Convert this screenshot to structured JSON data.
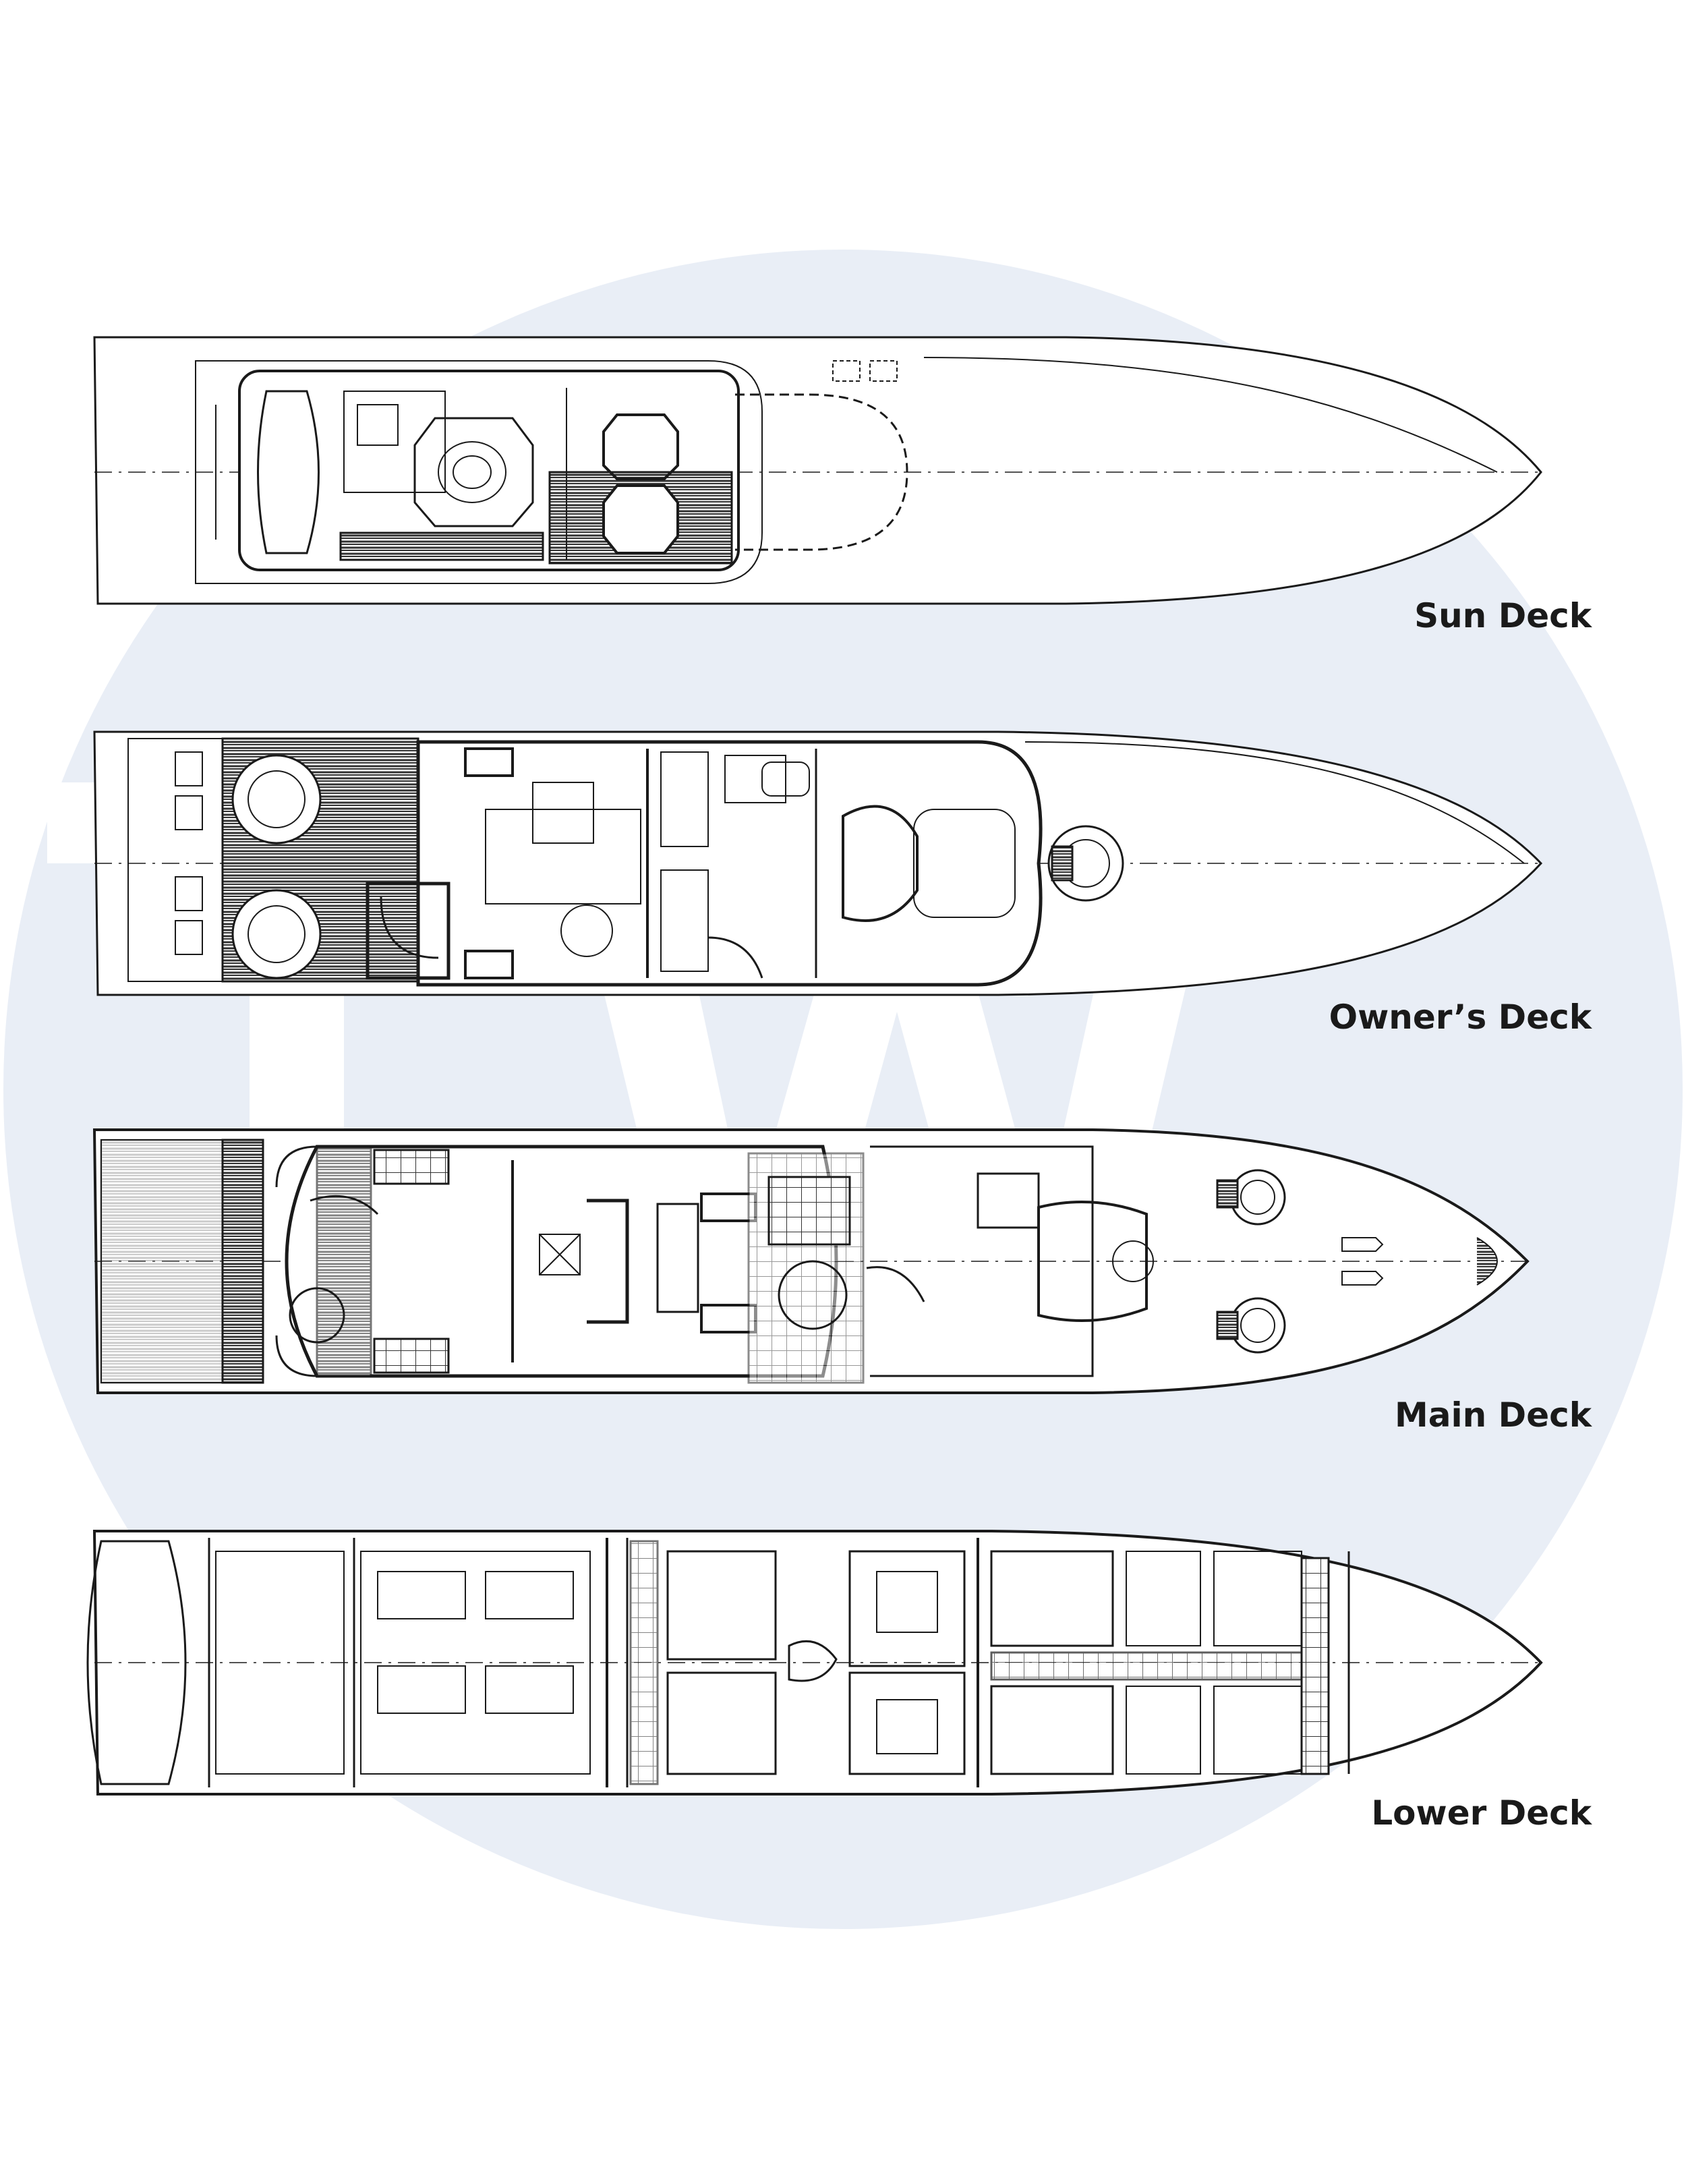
{
  "decks": [
    {
      "id": "sun",
      "label": "Sun Deck"
    },
    {
      "id": "owners",
      "label": "Owner’s Deck"
    },
    {
      "id": "main",
      "label": "Main Deck"
    },
    {
      "id": "lower",
      "label": "Lower Deck"
    }
  ],
  "watermark": {
    "text": "TW",
    "circle_color": "#e9eef6",
    "letter_color": "#ffffff"
  },
  "colors": {
    "line": "#1a1a1a",
    "deck_fill": "#ffffff",
    "hatch": "#3a3a3a"
  }
}
